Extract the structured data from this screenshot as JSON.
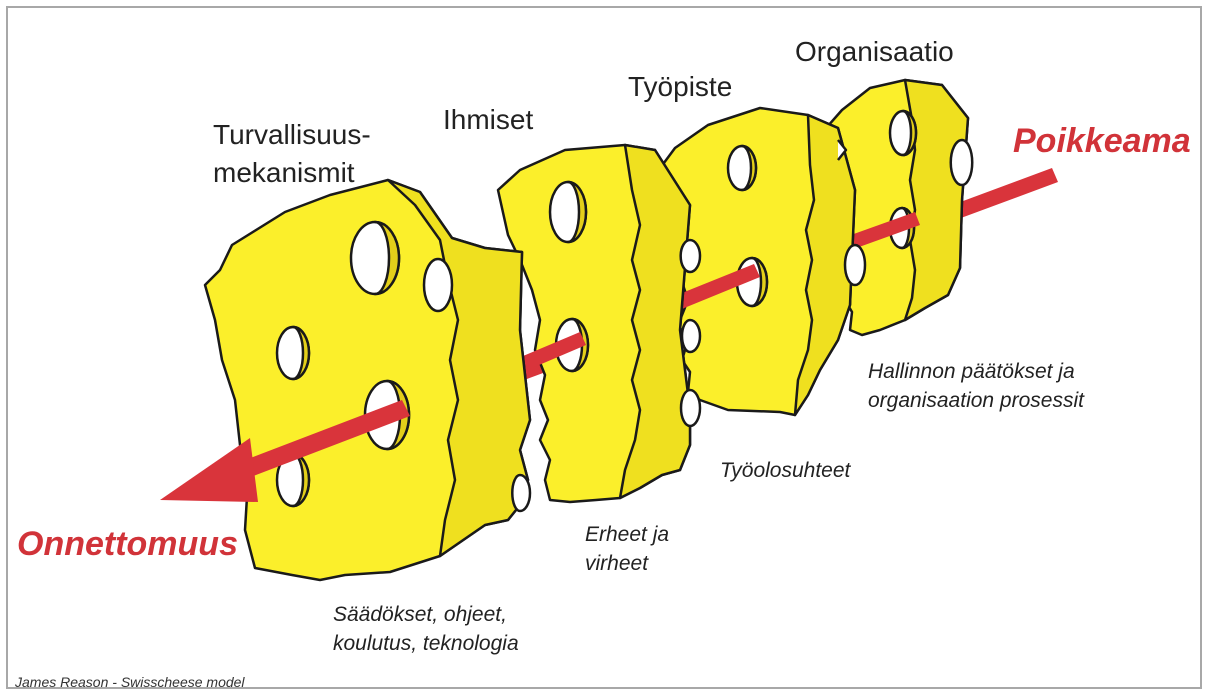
{
  "layers": [
    {
      "title_line1": "Turvallisuus-",
      "title_line2": "mekanismit",
      "desc_line1": "Säädökset, ohjeet,",
      "desc_line2": "koulutus, teknologia"
    },
    {
      "title": "Ihmiset",
      "desc_line1": "Erheet ja",
      "desc_line2": "virheet"
    },
    {
      "title": "Työpiste",
      "desc": "Työolosuhteet"
    },
    {
      "title": "Organisaatio",
      "desc_line1": "Hallinnon päätökset ja",
      "desc_line2": "organisaation prosessit"
    }
  ],
  "arrow": {
    "start_label": "Poikkeama",
    "end_label": "Onnettomuus",
    "color": "#d9343b"
  },
  "credit": "James Reason - Swisscheese model",
  "colors": {
    "cheese": "#fbef2b",
    "cheese_side": "#efe01f",
    "hole": "#ffffff",
    "hole_inner": "#e3cf1a",
    "outline": "#1a1a1a"
  }
}
